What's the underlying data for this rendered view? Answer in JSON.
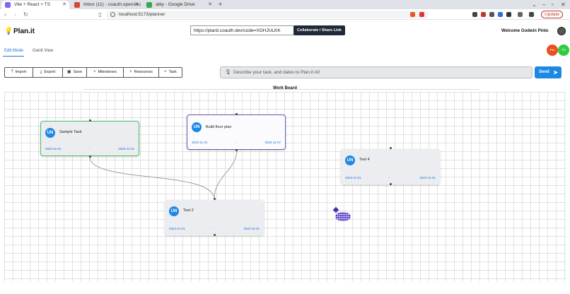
{
  "browser": {
    "tabs": [
      {
        "title": "Vite + React + TS",
        "active": true
      },
      {
        "title": "Inbox (11) - coauth.opensou",
        "active": false
      },
      {
        "title": "ably - Google Drive",
        "active": false
      }
    ],
    "url": "localhost:5173/planner",
    "update_label": "Update"
  },
  "app": {
    "name": "Plan.it",
    "share_url": "https://planit.coauth.dev/code=XGHJULKK",
    "collab_button": "Collaborate / Share Link",
    "welcome": "Welcome Godwin Pinto",
    "modes": [
      "Edit Mode",
      "Gantt View"
    ],
    "collaborators": [
      {
        "initials": "You",
        "color": "#e8501d"
      },
      {
        "initials": "TS",
        "color": "#2ecc40"
      }
    ]
  },
  "toolbar": {
    "import": "Import",
    "export": "Export",
    "save": "Save",
    "milestones": "Milestones",
    "resources": "Resources",
    "task": "Task"
  },
  "ai": {
    "placeholder": "Describe your task, and dates to Plan.it AI!",
    "send": "Send"
  },
  "board": {
    "title": "Work Board",
    "tasks": [
      {
        "avatar": "UN",
        "title": "Sample Task",
        "start": "2023-11-01",
        "separator": "-",
        "end": "2023-11-01"
      },
      {
        "avatar": "UN",
        "title": "Build floor plan",
        "start": "2023-11-01",
        "separator": "-",
        "end": "2023-11-07"
      },
      {
        "avatar": "UN",
        "title": "Test 4",
        "start": "2023-11-01",
        "separator": "-",
        "end": "2023-11-01"
      },
      {
        "avatar": "UN",
        "title": "Test 2",
        "start": "2023-11-01",
        "separator": "-",
        "end": "2023-11-01"
      }
    ]
  },
  "colors": {
    "accent": "#1e88e5",
    "selected_border": "#4cc36a",
    "node_bg": "#ebedf0",
    "dark_button": "#1f2937"
  },
  "icons": [
    "info-icon",
    "mic-icon",
    "send-arrow-icon",
    "bulb-icon",
    "import-icon",
    "export-icon",
    "save-icon",
    "plus-icon"
  ]
}
